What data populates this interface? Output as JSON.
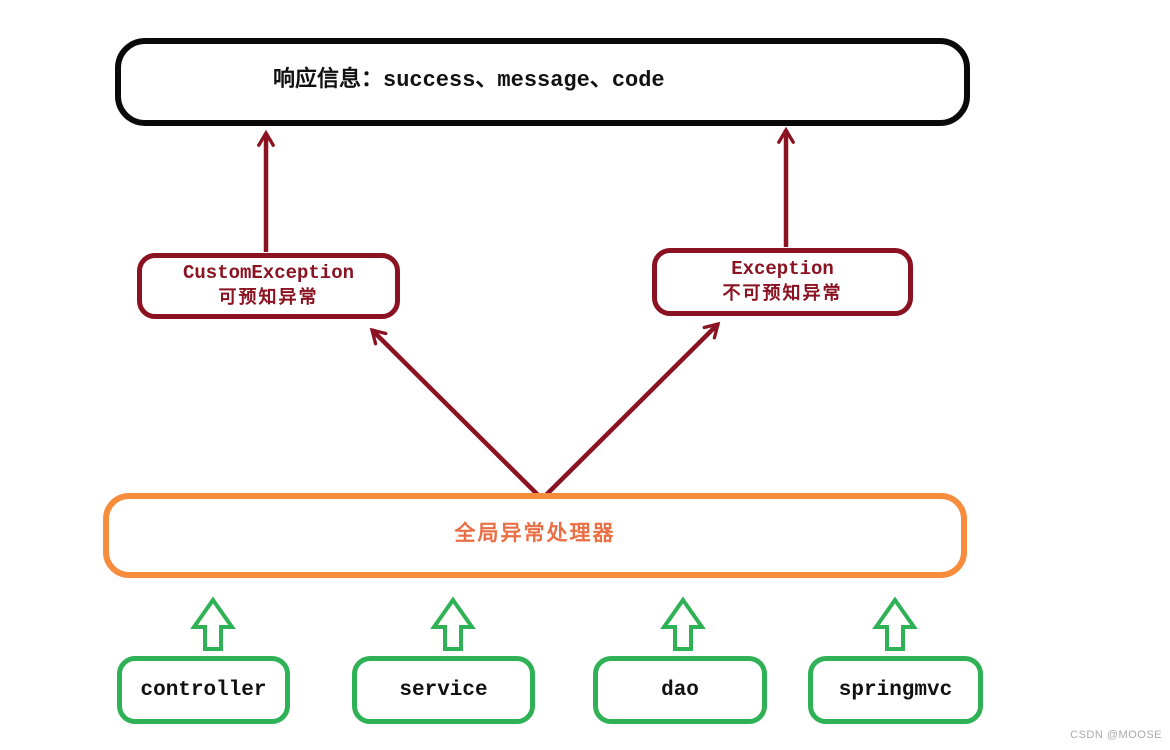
{
  "diagram": {
    "response_box": {
      "label": "响应信息：success、message、code"
    },
    "exception_boxes": [
      {
        "title": "CustomException",
        "subtitle": "可预知异常"
      },
      {
        "title": "Exception",
        "subtitle": "不可预知异常"
      }
    ],
    "handler_box": {
      "label": "全局异常处理器"
    },
    "layer_boxes": [
      {
        "label": "controller"
      },
      {
        "label": "service"
      },
      {
        "label": "dao"
      },
      {
        "label": "springmvc"
      }
    ],
    "edges": [
      {
        "from": "CustomException",
        "to": "响应信息",
        "style": "dark-red-arrow"
      },
      {
        "from": "Exception",
        "to": "响应信息",
        "style": "dark-red-arrow"
      },
      {
        "from": "全局异常处理器",
        "to": "CustomException",
        "style": "dark-red-arrow"
      },
      {
        "from": "全局异常处理器",
        "to": "Exception",
        "style": "dark-red-arrow"
      },
      {
        "from": "controller",
        "to": "全局异常处理器",
        "style": "green-block-arrow"
      },
      {
        "from": "service",
        "to": "全局异常处理器",
        "style": "green-block-arrow"
      },
      {
        "from": "dao",
        "to": "全局异常处理器",
        "style": "green-block-arrow"
      },
      {
        "from": "springmvc",
        "to": "全局异常处理器",
        "style": "green-block-arrow"
      }
    ],
    "colors": {
      "dark_red": "#8b1221",
      "orange_border": "#f78c3c",
      "orange_text": "#eb6f45",
      "green": "#2fb256",
      "black": "#0a0a0a",
      "watermark_gray": "#aaaaaa"
    },
    "watermark": "CSDN @MOOSE"
  }
}
